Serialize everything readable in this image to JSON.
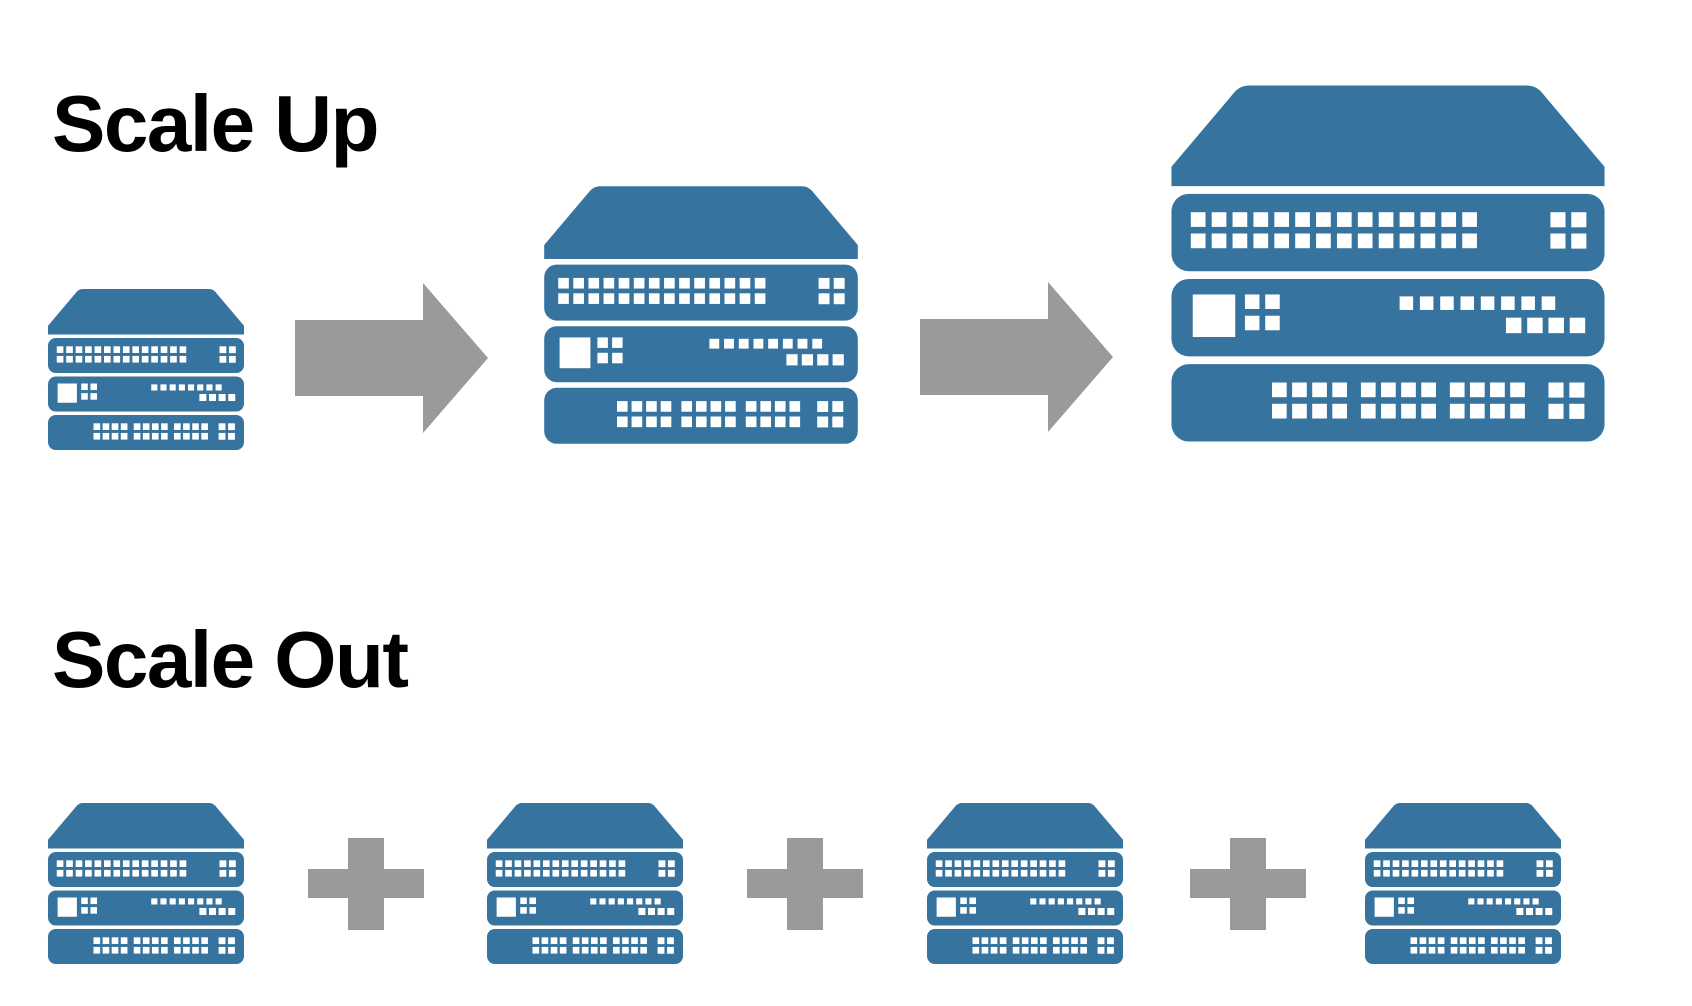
{
  "diagram": {
    "type": "concept-diagram",
    "topic": "Server scaling strategies"
  },
  "colors": {
    "background": "#FFFFFF",
    "server_blue": "#36739F",
    "port_white": "#FFFFFF",
    "connector_gray": "#9A9A9A",
    "title_black": "#000000"
  },
  "icons": {
    "server": "server-icon",
    "arrow": "arrow-right-icon",
    "plus": "plus-icon"
  },
  "scale_up": {
    "title": "Scale Up",
    "sequence": [
      "server-small",
      "arrow-right",
      "server-medium",
      "arrow-right",
      "server-large"
    ],
    "server_count": 3,
    "arrow_count": 2
  },
  "scale_out": {
    "title": "Scale Out",
    "sequence": [
      "server",
      "plus",
      "server",
      "plus",
      "server",
      "plus",
      "server"
    ],
    "server_count": 4,
    "plus_count": 3
  }
}
